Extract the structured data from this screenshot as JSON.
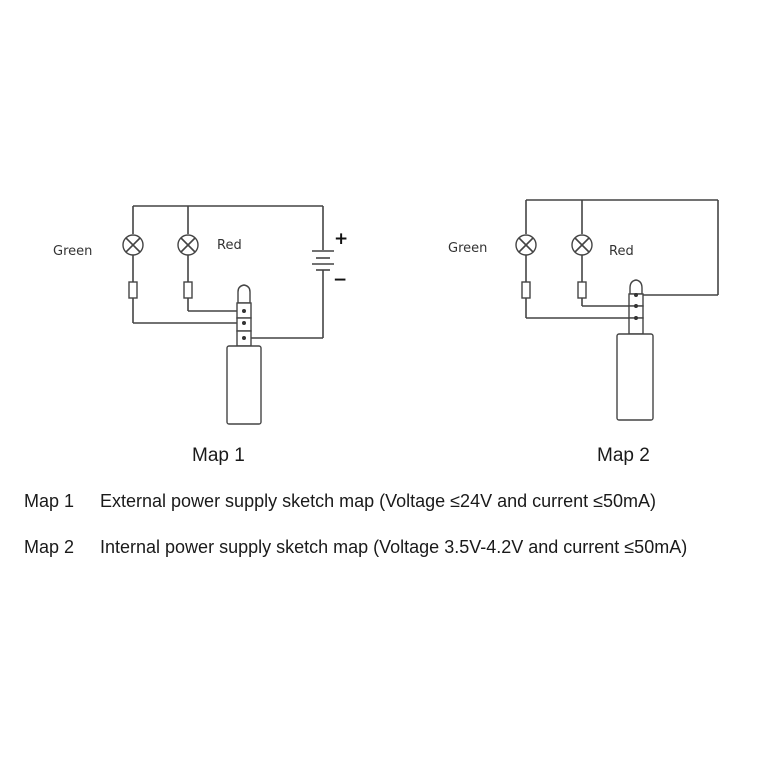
{
  "map1": {
    "title": "Map 1",
    "green_label": "Green",
    "red_label": "Red",
    "plus_sign": "+",
    "minus_sign": "−"
  },
  "map2": {
    "title": "Map 2",
    "green_label": "Green",
    "red_label": "Red"
  },
  "captions": [
    {
      "num": "Map 1",
      "text": "External power supply sketch map (Voltage ≤24V and current ≤50mA)"
    },
    {
      "num": "Map 2",
      "text": "Internal power supply sketch map (Voltage 3.5V-4.2V and current ≤50mA)"
    }
  ]
}
